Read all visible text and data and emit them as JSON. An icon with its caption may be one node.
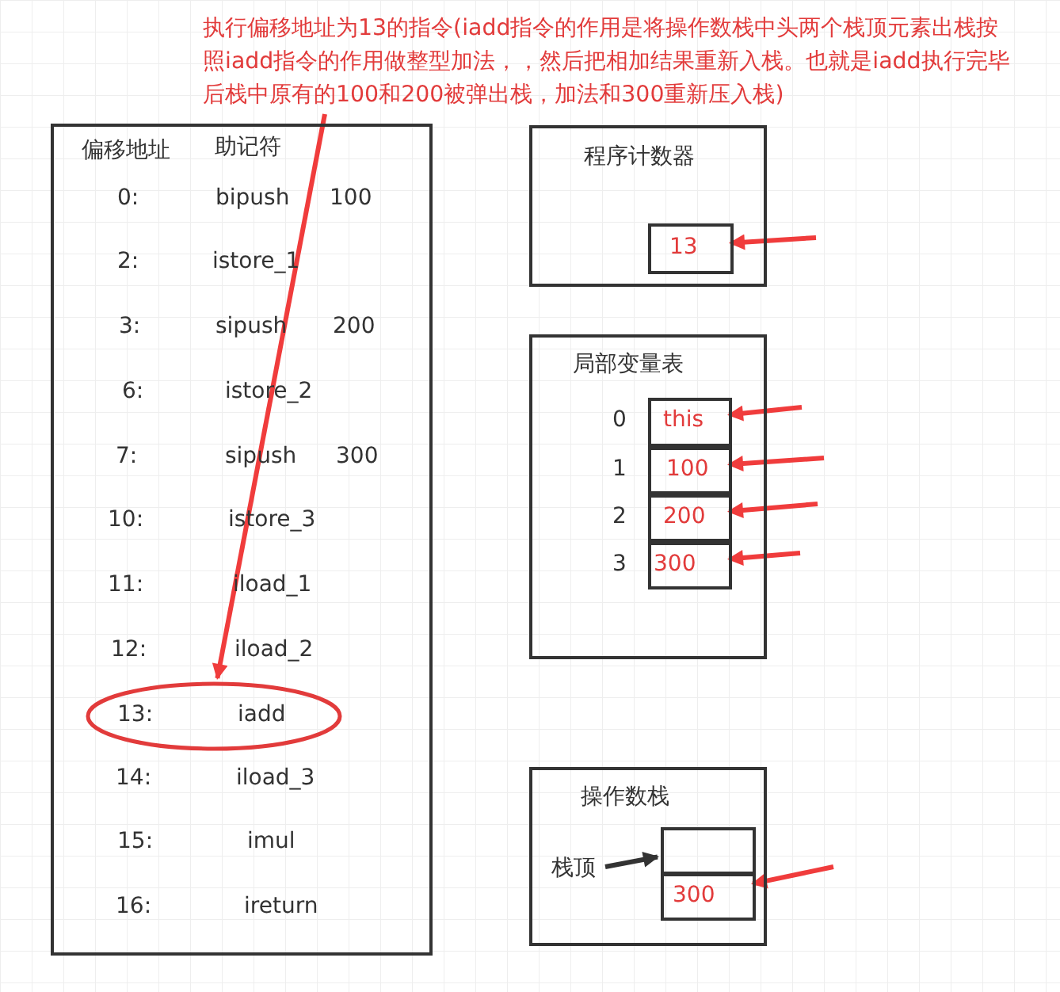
{
  "diagram": {
    "nodes": [
      {
        "text": [
          "执行偏移地址为13的指令(iadd指令的作用是将操作数栈中头两个栈顶元素出栈按照iadd指令的作用做整型加法，，然后把相加结果重新入栈。也就是iadd执行完毕后栈中原有的100和200被弹出栈，加法和300重新压入栈)"
        ]
      },
      {
        "text": [
          "偏移地址",
          "助记符"
        ]
      },
      {
        "text": [
          "13:",
          "iadd"
        ],
        "in": 1
      },
      {
        "text": [
          "程序计数器"
        ]
      },
      {
        "text": [
          "13"
        ],
        "in": 3
      },
      {
        "text": [
          "局部变量表"
        ]
      },
      {
        "text": [
          "this"
        ],
        "in": 5,
        "beside": [
          "0"
        ]
      },
      {
        "text": [
          "100"
        ],
        "in": 5,
        "beside": [
          "1"
        ]
      },
      {
        "text": [
          "200"
        ],
        "in": 5,
        "beside": [
          "2"
        ]
      },
      {
        "text": [
          "300"
        ],
        "in": 5,
        "beside": [
          "3"
        ]
      },
      {
        "text": [
          "操作数栈"
        ]
      },
      {
        "text": [],
        "shape": "box",
        "in": 10
      },
      {
        "text": [
          "300"
        ],
        "in": 10
      },
      {
        "text": [
          "栈顶"
        ],
        "in": 10
      }
    ],
    "edges": [
      {
        "from": 0,
        "to": 2,
        "arrow": "to"
      },
      {
        "from": null,
        "to": 4,
        "arrow": "to"
      },
      {
        "from": null,
        "to": 6,
        "arrow": "to"
      },
      {
        "from": null,
        "to": 7,
        "arrow": "to"
      },
      {
        "from": null,
        "to": 8,
        "arrow": "to"
      },
      {
        "from": null,
        "to": 9,
        "arrow": "to"
      },
      {
        "from": 13,
        "to": 11,
        "arrow": "to",
        "color": "#333333"
      },
      {
        "from": null,
        "to": 12,
        "arrow": "to"
      }
    ],
    "labels": [
      "0:",
      "bipush",
      "100",
      "2:",
      "istore_1",
      "3:",
      "sipush",
      "200",
      "6:",
      "istore_2",
      "7:",
      "sipush",
      "300",
      "10:",
      "istore_3",
      "11:",
      "iload_1",
      "12:",
      "iload_2",
      "14:",
      "iload_3",
      "15:",
      "imul",
      "16:",
      "ireturn"
    ]
  }
}
